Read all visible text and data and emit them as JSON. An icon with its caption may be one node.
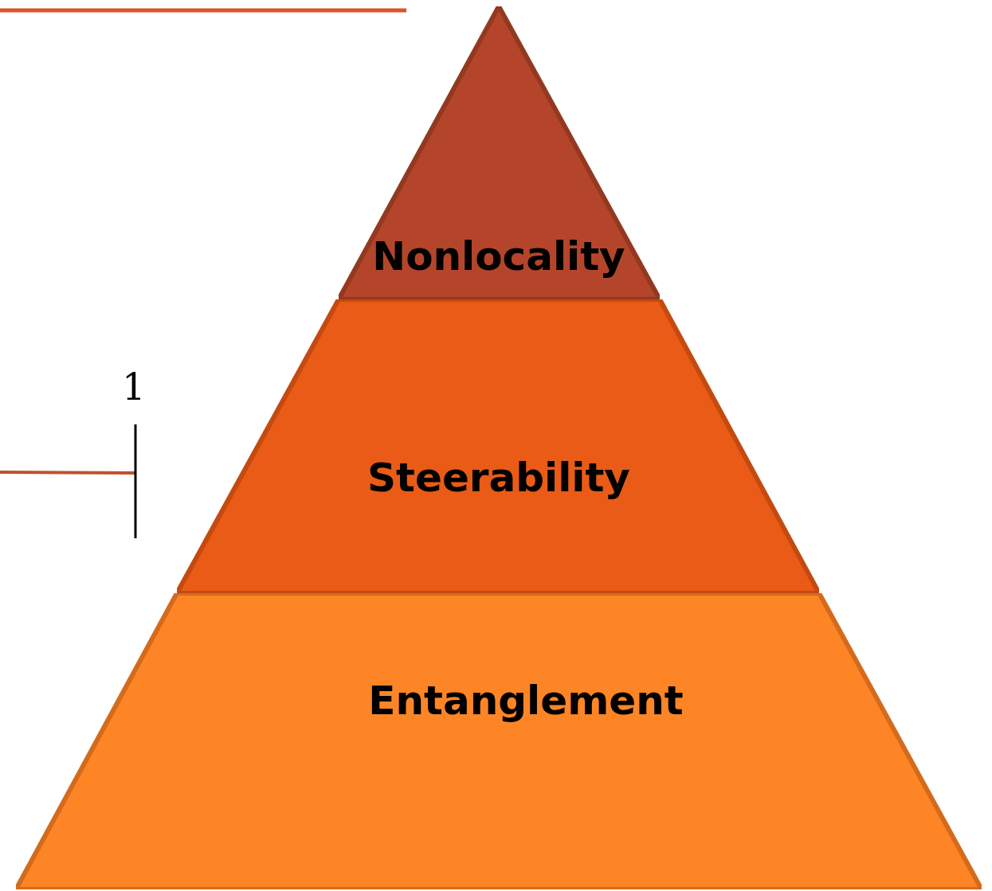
{
  "diagram": {
    "nodes": [
      {
        "text": [
          "Nonlocality"
        ]
      },
      {
        "text": [
          "Steerability"
        ]
      },
      {
        "text": [
          "Entanglement"
        ]
      }
    ],
    "labels": [
      "1"
    ]
  }
}
